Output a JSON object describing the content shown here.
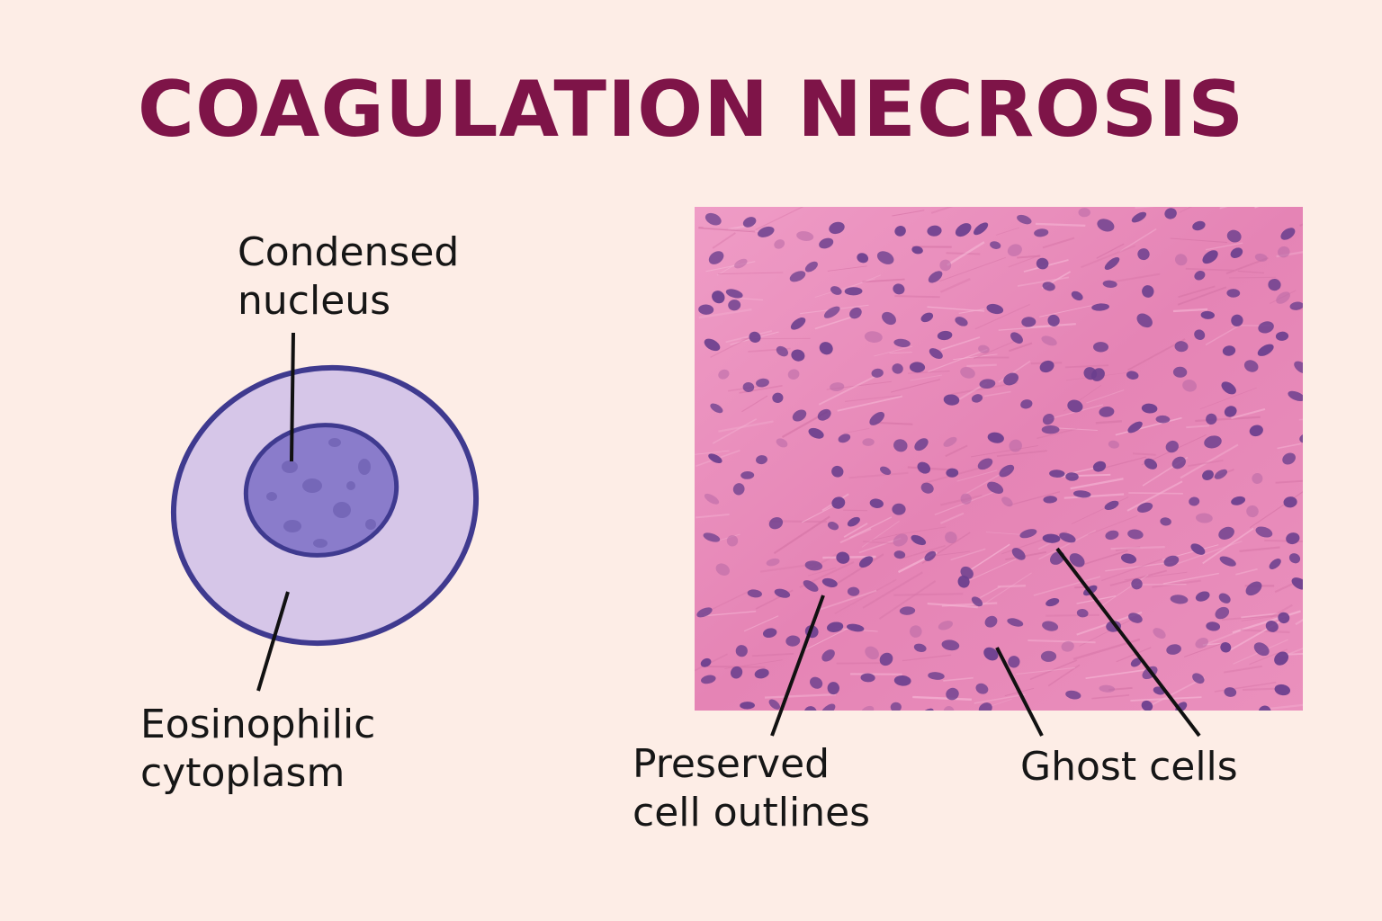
{
  "title": "COAGULATION NECROSIS",
  "colors": {
    "background": "#fdede6",
    "title": "#7e1448",
    "cell_membrane": "#3f3a8f",
    "cytoplasm": "#d6c6e8",
    "nucleus": "#8a7ccb",
    "tissue_stroma": "#e88ab8",
    "tissue_nuclei": "#6b3f8e"
  },
  "cell_diagram": {
    "nucleus_label": [
      "Condensed",
      "nucleus"
    ],
    "cytoplasm_label": [
      "Eosinophilic",
      "cytoplasm"
    ]
  },
  "micrograph": {
    "outlines_label": [
      "Preserved",
      "cell outlines"
    ],
    "ghost_label": [
      "Ghost cells"
    ]
  }
}
